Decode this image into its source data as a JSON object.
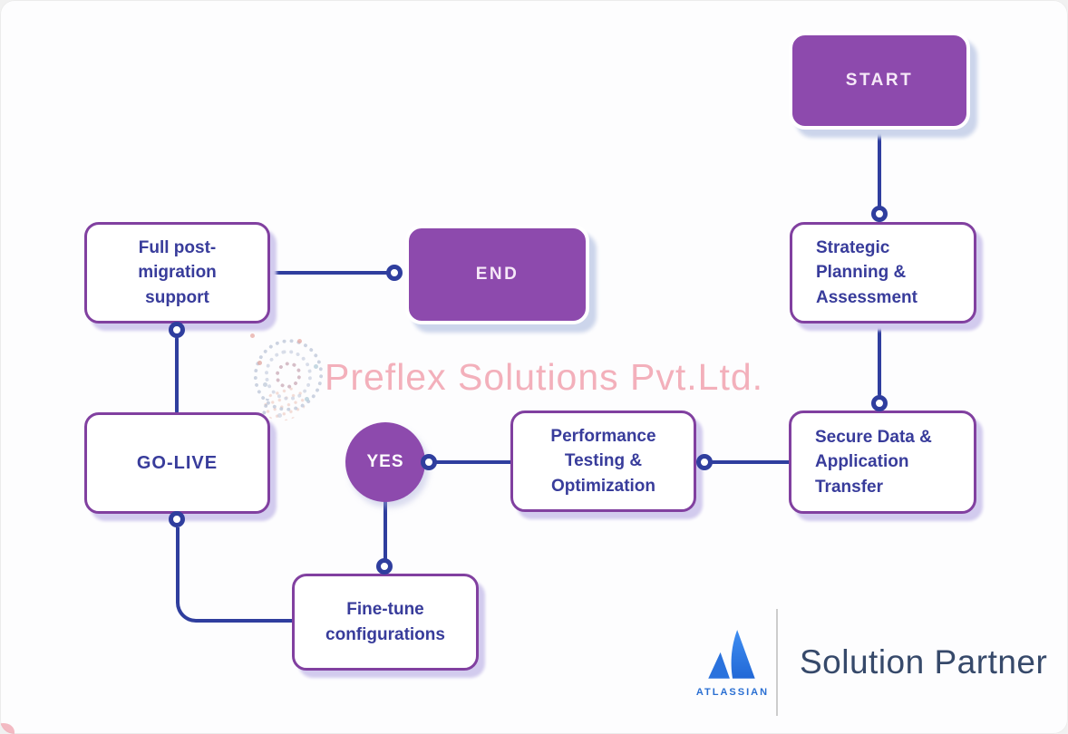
{
  "flowchart": {
    "nodes": {
      "start": {
        "label": "START",
        "type": "terminal"
      },
      "strategic": {
        "label": "Strategic Planning & Assessment",
        "type": "process"
      },
      "secure": {
        "label": "Secure Data & Application Transfer",
        "type": "process"
      },
      "performance": {
        "label": "Performance Testing & Optimization",
        "type": "process"
      },
      "yes": {
        "label": "YES",
        "type": "decision"
      },
      "finetune": {
        "label": "Fine-tune configurations",
        "type": "process"
      },
      "golive": {
        "label": "GO-LIVE",
        "type": "process"
      },
      "support": {
        "label": "Full post-migration support",
        "type": "process"
      },
      "end": {
        "label": "END",
        "type": "terminal"
      }
    },
    "colors": {
      "terminal_fill": "#8d4aad",
      "process_border": "#8140a0",
      "process_text": "#383c9b",
      "connector_line": "#2f3e9e",
      "shadow": "#d2cbee"
    }
  },
  "watermark": {
    "text": "Preflex Solutions Pvt.Ltd.",
    "color": "#ee92a1"
  },
  "partner": {
    "brand": "ATLASSIAN",
    "label": "Solution Partner",
    "brand_color": "#2a6fd2",
    "label_color": "#36496a"
  }
}
